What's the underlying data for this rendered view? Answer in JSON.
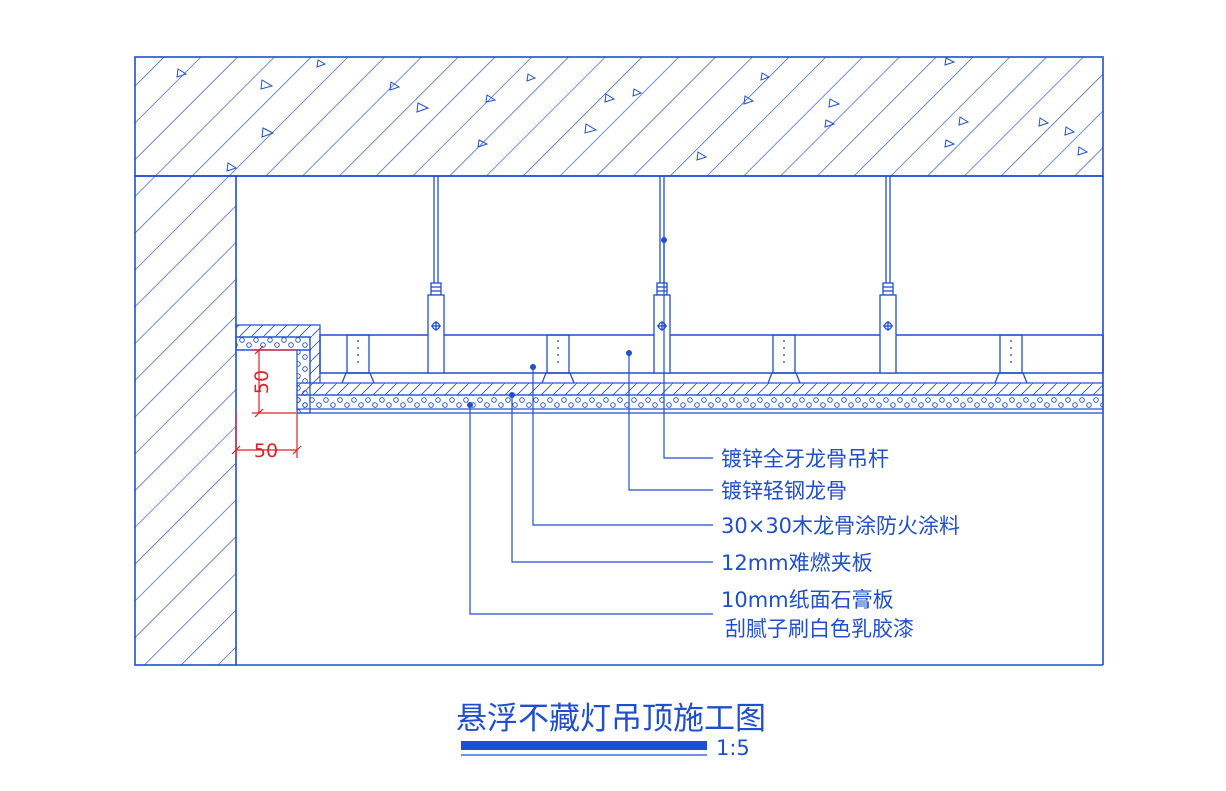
{
  "drawing": {
    "title": "悬浮不藏灯吊顶施工图",
    "scale": "1:5",
    "dimensions": {
      "vertical": "50",
      "horizontal": "50"
    },
    "callouts": [
      {
        "text": "镀锌全牙龙骨吊杆"
      },
      {
        "text": "镀锌轻钢龙骨"
      },
      {
        "text": "30×30木龙骨涂防火涂料"
      },
      {
        "text": "12mm难燃夹板"
      },
      {
        "text": "10mm纸面石膏板"
      },
      {
        "text": "刮腻子刷白色乳胶漆"
      }
    ],
    "colors": {
      "line": "#1f4fd0",
      "dimension": "#e0202a",
      "background": "#ffffff"
    }
  }
}
